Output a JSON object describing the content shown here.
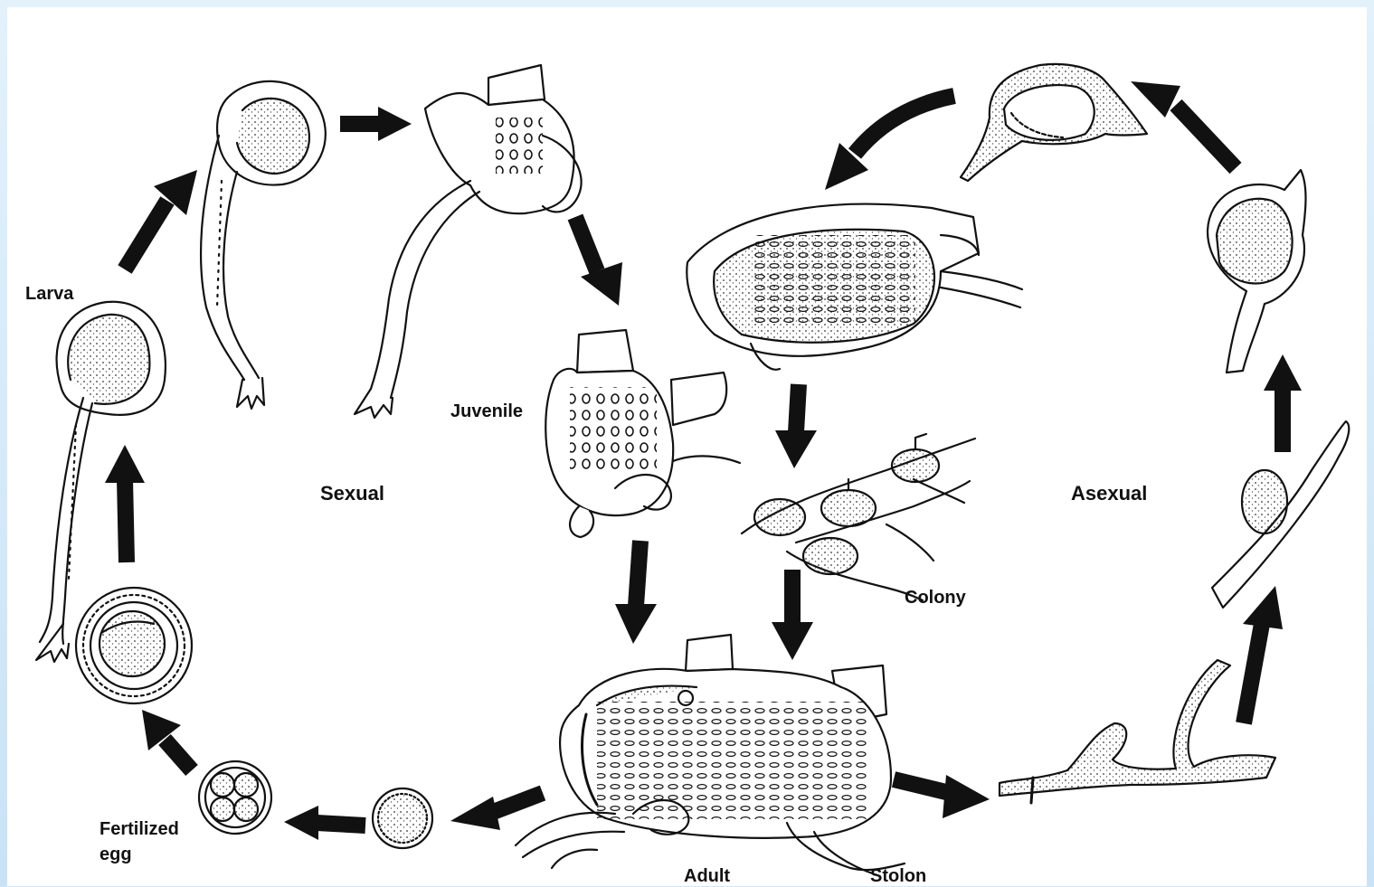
{
  "labels": {
    "larva": "Larva",
    "juvenile": "Juvenile",
    "sexual": "Sexual",
    "asexual": "Asexual",
    "colony": "Colony",
    "fertilized_egg_line1": "Fertilized",
    "fertilized_egg_line2": "egg",
    "adult": "Adult",
    "stolon": "Stolon"
  },
  "colors": {
    "frame": "#cfe6f7",
    "ink": "#111111",
    "background": "#ffffff"
  }
}
